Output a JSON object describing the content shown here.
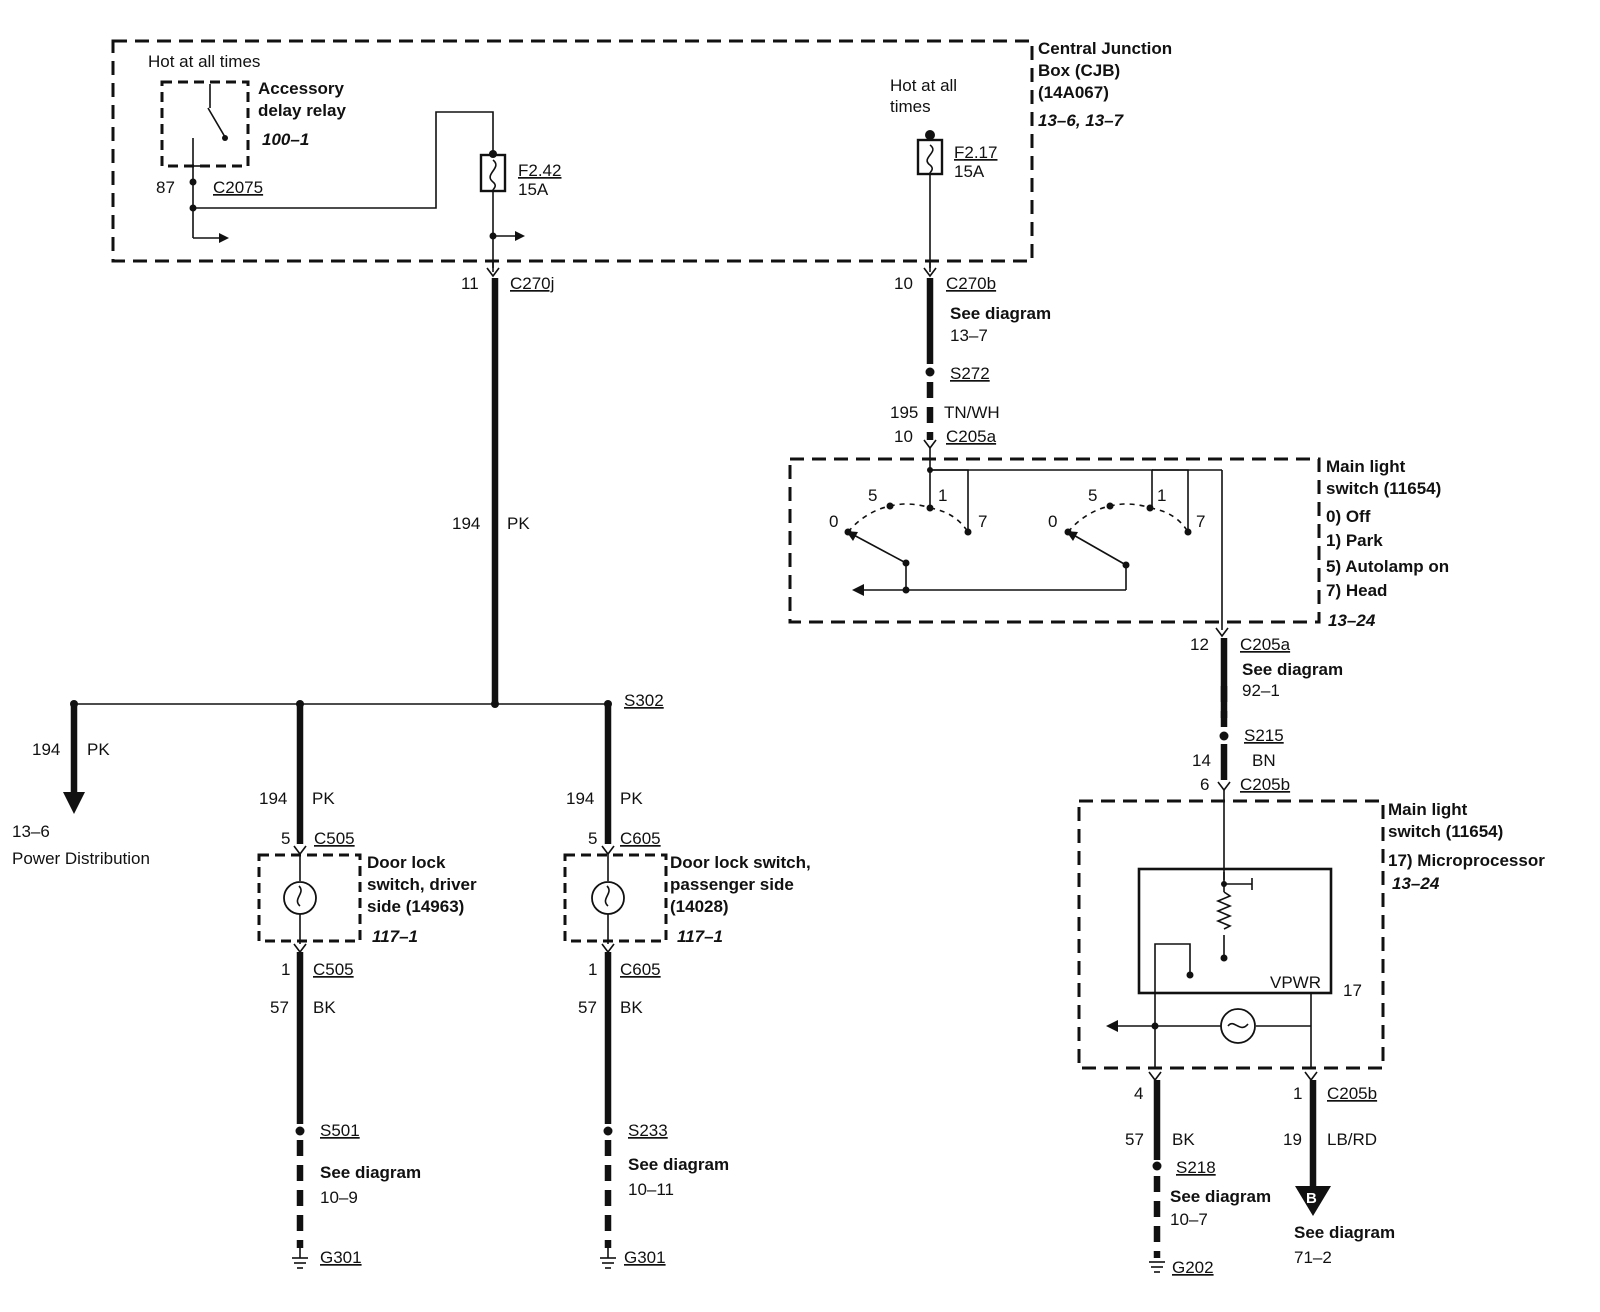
{
  "cjb": {
    "title": [
      "Central Junction",
      "Box (CJB)",
      "(14A067)"
    ],
    "ref": "13–6, 13–7",
    "hot_left": "Hot at all times",
    "relay": [
      "Accessory",
      "delay relay"
    ],
    "relay_ref": "100–1",
    "pin87": "87",
    "c2075": "C2075",
    "f242": "F2.42",
    "f242_amp": "15A",
    "hot_right": [
      "Hot at all",
      "times"
    ],
    "f217": "F2.17",
    "f217_amp": "15A"
  },
  "left_feed": {
    "pin": "11",
    "conn": "C270j",
    "circuit": "194",
    "color": "PK",
    "splice": "S302"
  },
  "pd_branch": {
    "circuit": "194",
    "color": "PK",
    "ref_num": "13–6",
    "ref_text": "Power Distribution"
  },
  "driver": {
    "circuit": "194",
    "color": "PK",
    "pin_top": "5",
    "conn_top": "C505",
    "name": [
      "Door lock",
      "switch, driver",
      "side (14963)"
    ],
    "ref": "117–1",
    "pin_bot": "1",
    "conn_bot": "C505",
    "gnd_circuit": "57",
    "gnd_color": "BK",
    "splice": "S501",
    "see": "See diagram",
    "see_ref": "10–9",
    "ground": "G301"
  },
  "passenger": {
    "circuit": "194",
    "color": "PK",
    "pin_top": "5",
    "conn_top": "C605",
    "name": [
      "Door lock switch,",
      "passenger side",
      "(14028)"
    ],
    "ref": "117–1",
    "pin_bot": "1",
    "conn_bot": "C605",
    "gnd_circuit": "57",
    "gnd_color": "BK",
    "splice": "S233",
    "see": "See diagram",
    "see_ref": "10–11",
    "ground": "G301"
  },
  "right_feed": {
    "pin": "10",
    "conn": "C270b",
    "see": "See diagram",
    "see_ref": "13–7",
    "splice": "S272",
    "circuit": "195",
    "color": "TN/WH",
    "pin2": "10",
    "conn2": "C205a"
  },
  "mls": {
    "title": [
      "Main light",
      "switch (11654)"
    ],
    "positions": [
      "0) Off",
      "1) Park",
      "5) Autolamp on",
      "7) Head"
    ],
    "ref": "13–24",
    "pos_labels": [
      "5",
      "1",
      "0",
      "7",
      "5",
      "1",
      "0",
      "7"
    ]
  },
  "mls_out": {
    "pin": "12",
    "conn": "C205a",
    "see": "See diagram",
    "see_ref": "92–1",
    "splice": "S215",
    "circuit": "14",
    "color": "BN",
    "pin2": "6",
    "conn2": "C205b"
  },
  "micro": {
    "title": [
      "Main light",
      "switch (11654)"
    ],
    "sub": "17) Microprocessor",
    "ref": "13–24",
    "vpwr": "VPWR",
    "pin17": "17"
  },
  "micro_out_left": {
    "pin": "4",
    "circuit": "57",
    "color": "BK",
    "splice": "S218",
    "see": "See diagram",
    "see_ref": "10–7",
    "ground": "G202"
  },
  "micro_out_right": {
    "pin": "1",
    "conn": "C205b",
    "circuit": "19",
    "color": "LB/RD",
    "arrow_letter": "B",
    "see": "See diagram",
    "see_ref": "71–2"
  }
}
